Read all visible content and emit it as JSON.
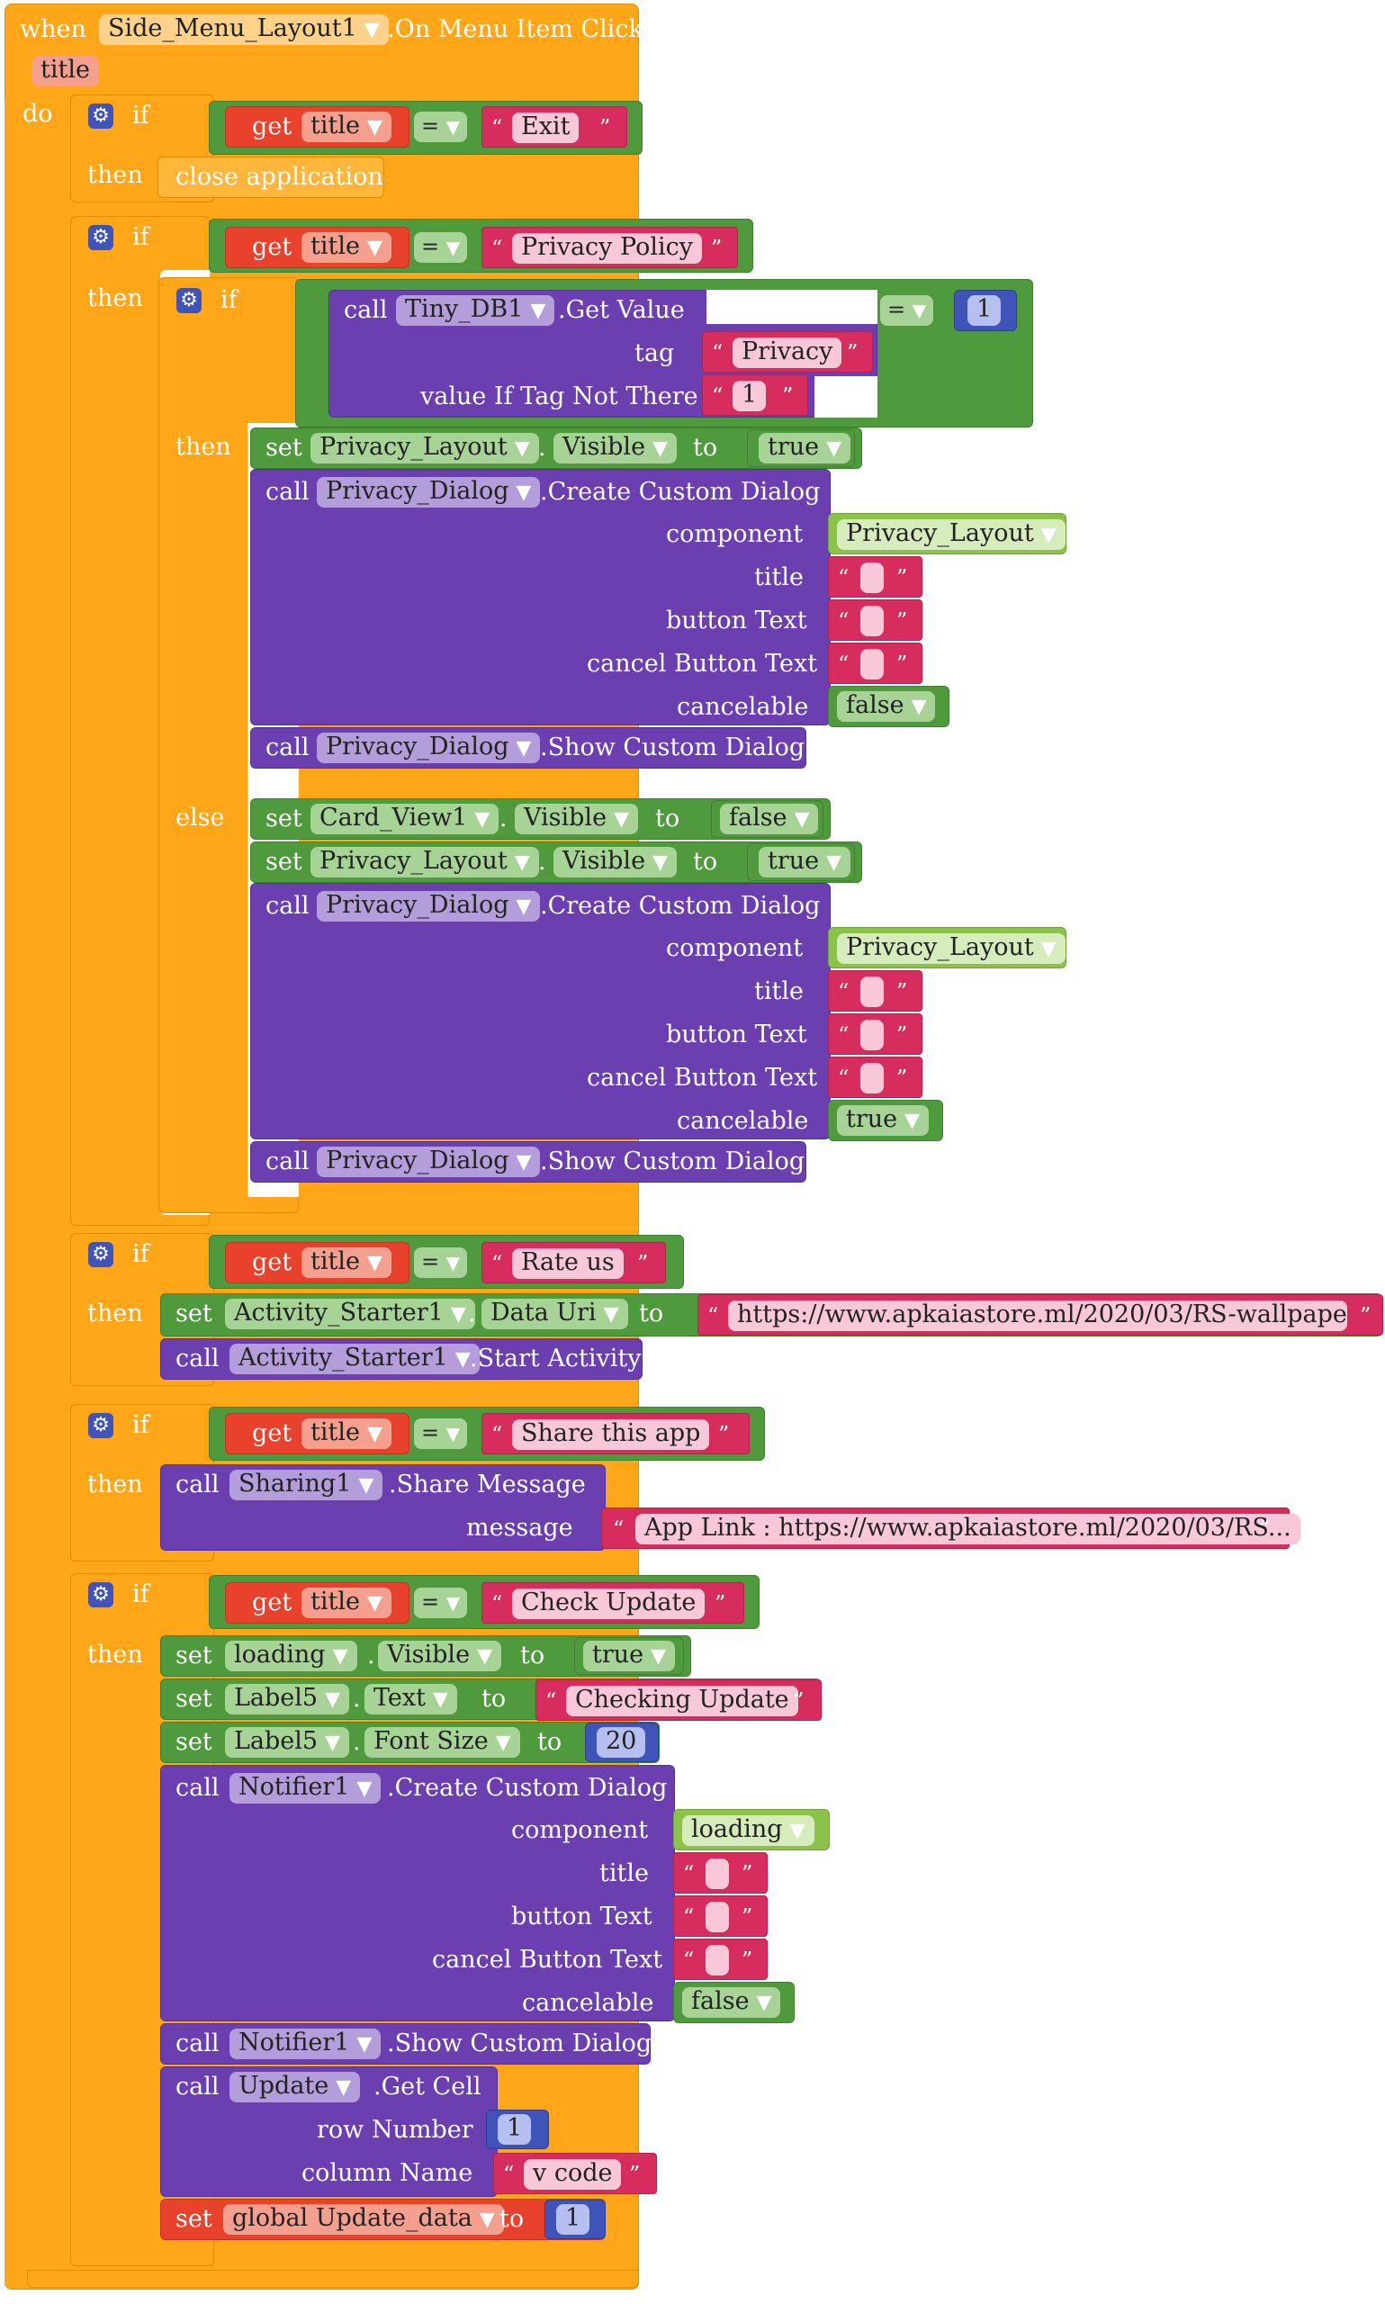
{
  "event": {
    "when": "when",
    "component": "Side_Menu_Layout1",
    "event_name": ".On Menu Item Click",
    "param": "title",
    "do": "do"
  },
  "kw": {
    "if": "if",
    "then": "then",
    "else": "else",
    "get": "get",
    "set": "set",
    "call": "call",
    "to": "to",
    "dot": ".",
    "eq": "=",
    "open_quote": "“",
    "close_quote": "”"
  },
  "b1": {
    "var": "title",
    "str": "Exit",
    "action": "close application"
  },
  "b2": {
    "var": "title",
    "str": "Privacy Policy",
    "getvalue": {
      "comp": "Tiny_DB1",
      "method": ".Get Value",
      "tag_label": "tag",
      "tag": "Privacy",
      "vitnt_label": "value If Tag Not There",
      "vitnt": "1",
      "num": "1"
    },
    "then_set": {
      "comp": "Privacy_Layout",
      "prop": "Visible",
      "val": "true"
    },
    "dialog1": {
      "comp": "Privacy_Dialog",
      "method": ".Create Custom Dialog",
      "component_label": "component",
      "component": "Privacy_Layout",
      "title_label": "title",
      "button_label": "button Text",
      "cancel_label": "cancel Button Text",
      "cancelable_label": "cancelable",
      "cancelable": "false"
    },
    "show1": {
      "comp": "Privacy_Dialog",
      "method": ".Show Custom Dialog"
    },
    "else_set1": {
      "comp": "Card_View1",
      "prop": "Visible",
      "val": "false"
    },
    "else_set2": {
      "comp": "Privacy_Layout",
      "prop": "Visible",
      "val": "true"
    },
    "dialog2": {
      "comp": "Privacy_Dialog",
      "method": ".Create Custom Dialog",
      "component_label": "component",
      "component": "Privacy_Layout",
      "title_label": "title",
      "button_label": "button Text",
      "cancel_label": "cancel Button Text",
      "cancelable_label": "cancelable",
      "cancelable": "true"
    },
    "show2": {
      "comp": "Privacy_Dialog",
      "method": ".Show Custom Dialog"
    }
  },
  "b3": {
    "var": "title",
    "str": "Rate us",
    "set_comp": "Activity_Starter1",
    "set_prop": "Data Uri",
    "url": "https://www.apkaiastore.ml/2020/03/RS-wallpaper....",
    "call_comp": "Activity_Starter1",
    "call_method": ".Start Activity"
  },
  "b4": {
    "var": "title",
    "str": "Share this app",
    "comp": "Sharing1",
    "method": ".Share Message",
    "message_label": "message",
    "message": "App Link : https://www.apkaiastore.ml/2020/03/RS..."
  },
  "b5": {
    "var": "title",
    "str": "Check Update",
    "set1": {
      "comp": "loading",
      "prop": "Visible",
      "val": "true"
    },
    "set2": {
      "comp": "Label5",
      "prop": "Text",
      "val": "Checking Update"
    },
    "set3": {
      "comp": "Label5",
      "prop": "Font Size",
      "val": "20"
    },
    "dialog": {
      "comp": "Notifier1",
      "method": ".Create Custom Dialog",
      "component_label": "component",
      "component": "loading",
      "title_label": "title",
      "button_label": "button Text",
      "cancel_label": "cancel Button Text",
      "cancelable_label": "cancelable",
      "cancelable": "false"
    },
    "show": {
      "comp": "Notifier1",
      "method": ".Show Custom Dialog"
    },
    "getcell": {
      "comp": "Update",
      "method": ".Get Cell",
      "row_label": "row Number",
      "row": "1",
      "col_label": "column Name",
      "col": "v code"
    },
    "global": {
      "name": "global Update_data",
      "val": "1"
    }
  },
  "colors": {
    "event": "#ffa619",
    "control": "#ffa619",
    "logic": "#4f9a3d",
    "component": "#6b3fb0",
    "variable": "#e8412c",
    "text": "#d62d5e",
    "math": "#3f53b8"
  }
}
